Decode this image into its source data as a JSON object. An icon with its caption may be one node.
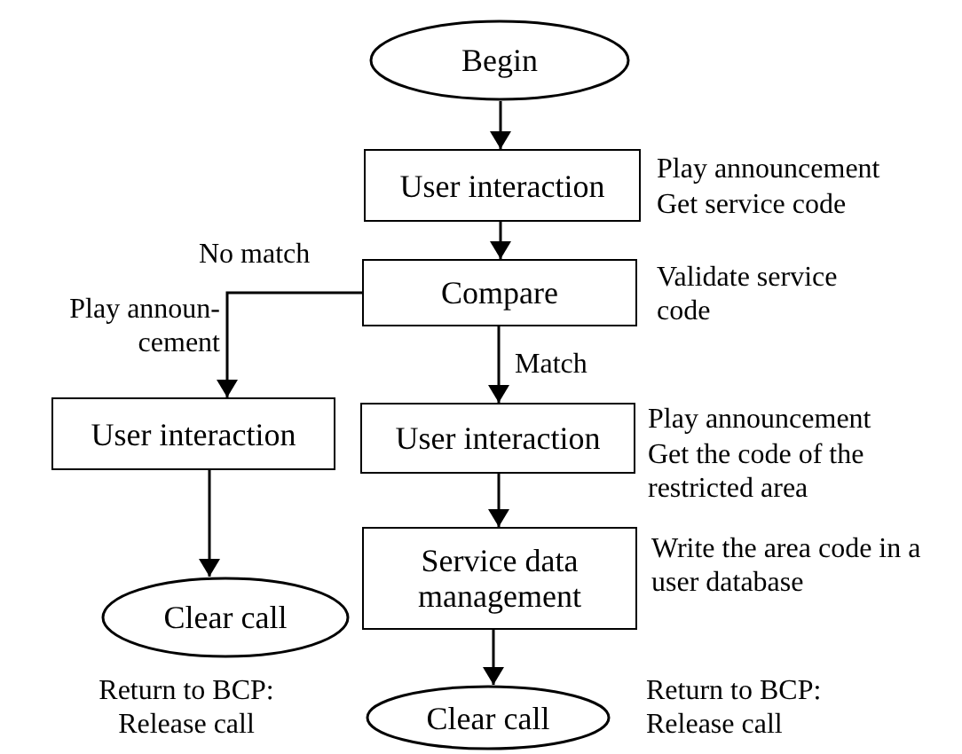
{
  "diagram": {
    "nodes": [
      {
        "text": [
          "Begin"
        ]
      },
      {
        "text": [
          "User interaction"
        ],
        "beside": [
          "Play announcement",
          "Get service code"
        ]
      },
      {
        "text": [
          "Compare"
        ],
        "beside": [
          "Validate service code"
        ]
      },
      {
        "text": [
          "User interaction"
        ]
      },
      {
        "text": [
          "User interaction"
        ],
        "beside": [
          "Play announcement",
          "Get the code of the restricted area"
        ]
      },
      {
        "text": [
          "Service data management"
        ],
        "beside": [
          "Write the area code in a user database"
        ]
      },
      {
        "text": [
          "Clear call"
        ],
        "beside": [
          "Return to BCP: Release call"
        ]
      },
      {
        "text": [
          "Clear call"
        ],
        "beside": [
          "Return to BCP: Release call"
        ]
      }
    ],
    "edges": [
      {
        "from": 0,
        "to": 1,
        "arrow": "to"
      },
      {
        "from": 1,
        "to": 2,
        "arrow": "to"
      },
      {
        "from": 2,
        "to": 3,
        "arrow": "to",
        "label": "No match"
      },
      {
        "from": 2,
        "to": 4,
        "arrow": "to",
        "label": "Match"
      },
      {
        "from": 3,
        "to": 6,
        "arrow": "to"
      },
      {
        "from": 4,
        "to": 5,
        "arrow": "to"
      },
      {
        "from": 5,
        "to": 7,
        "arrow": "to"
      }
    ],
    "labels": [
      "Play announ-cement"
    ]
  }
}
